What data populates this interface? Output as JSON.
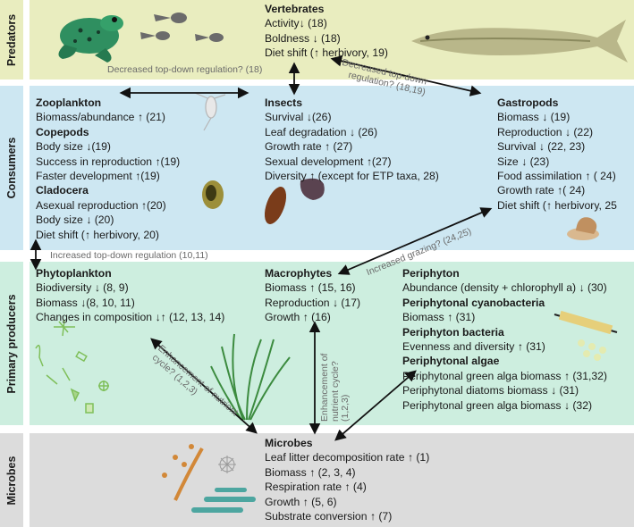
{
  "colors": {
    "predators": "#e9edbf",
    "consumers": "#cde7f2",
    "primary": "#cdeedf",
    "microbes": "#dcdcdc"
  },
  "rows": {
    "predators": "Predators",
    "consumers": "Consumers",
    "primary": "Primary producers",
    "microbes": "Microbes"
  },
  "vertebrates": {
    "title": "Vertebrates",
    "lines": [
      "Activity↓ (18)",
      "Boldness ↓ (18)",
      "Diet shift (↑ herbivory, 19)"
    ]
  },
  "zooplankton": {
    "title": "Zooplankton",
    "l1": "Biomass/abundance ↑ (21)",
    "copepods": "Copepods",
    "c1": "Body size ↓(19)",
    "c2": "Success in reproduction ↑(19)",
    "c3": "Faster development ↑(19)",
    "cladocera": "Cladocera",
    "d1": "Asexual reproduction ↑(20)",
    "d2": "Body size ↓ (20)",
    "d3": "Diet shift (↑ herbivory, 20)"
  },
  "insects": {
    "title": "Insects",
    "lines": [
      "Survival ↓(26)",
      "Leaf degradation ↓ (26)",
      "Growth rate ↑ (27)",
      "Sexual development ↑(27)",
      "Diversity ↑ (except for ETP taxa, 28)"
    ]
  },
  "gastropods": {
    "title": "Gastropods",
    "lines": [
      "Biomass ↓ (19)",
      "Reproduction ↓ (22)",
      "Survival ↓ (22, 23)",
      "Size ↓ (23)",
      "Food assimilation ↑ ( 24)",
      "Growth rate ↑( 24)",
      "Diet shift (↑ herbivory, 25"
    ]
  },
  "phytoplankton": {
    "title": "Phytoplankton",
    "lines": [
      "Biodiversity ↓ (8, 9)",
      "Biomass ↓(8, 10, 11)",
      "Changes in composition ↓↑ (12, 13, 14)"
    ]
  },
  "macrophytes": {
    "title": "Macrophytes",
    "lines": [
      "Biomass ↑ (15, 16)",
      "Reproduction ↓ (17)",
      "Growth ↑ (16)"
    ]
  },
  "periphyton": {
    "title": "Periphyton",
    "abundance": "Abundance (density + chlorophyll a) ↓ (30)",
    "cyano": "Periphytonal cyanobacteria",
    "cyano1": "Biomass ↑  (31)",
    "bacteria": "Periphyton bacteria",
    "bact1": "Evenness and diversity ↑ (31)",
    "algae": "Periphytonal algae",
    "alg1": "Periphytonal green alga biomass ↑ (31,32)",
    "alg2": "Periphytonal diatoms biomass ↓ (31)",
    "alg3": "Periphytonal green alga biomass ↓ (32)"
  },
  "microbes": {
    "title": "Microbes",
    "lines": [
      "Leaf litter decomposition rate ↑ (1)",
      "Biomass ↑ (2, 3, 4)",
      "Respiration rate ↑ (4)",
      "Growth ↑ (5, 6)",
      "Substrate conversion ↑ (7)"
    ]
  },
  "arrows": {
    "decreased_topdown": "Decreased top-down regulation? (18)",
    "decreased_topdown_right_1": "Decreased top-down",
    "decreased_topdown_right_2": "regulation? (18,19)",
    "increased_topdown": "Increased top-down regulation (10,11)",
    "increased_grazing": "Increased grazing? (24,25)",
    "enh_left_1": "Enhancement of nutrient",
    "enh_left_2": "cycle? (1,2,3)",
    "enh_mid_1": "Enhancement of",
    "enh_mid_2": "nutrient cycle?",
    "enh_mid_3": "(1,2,3)"
  }
}
